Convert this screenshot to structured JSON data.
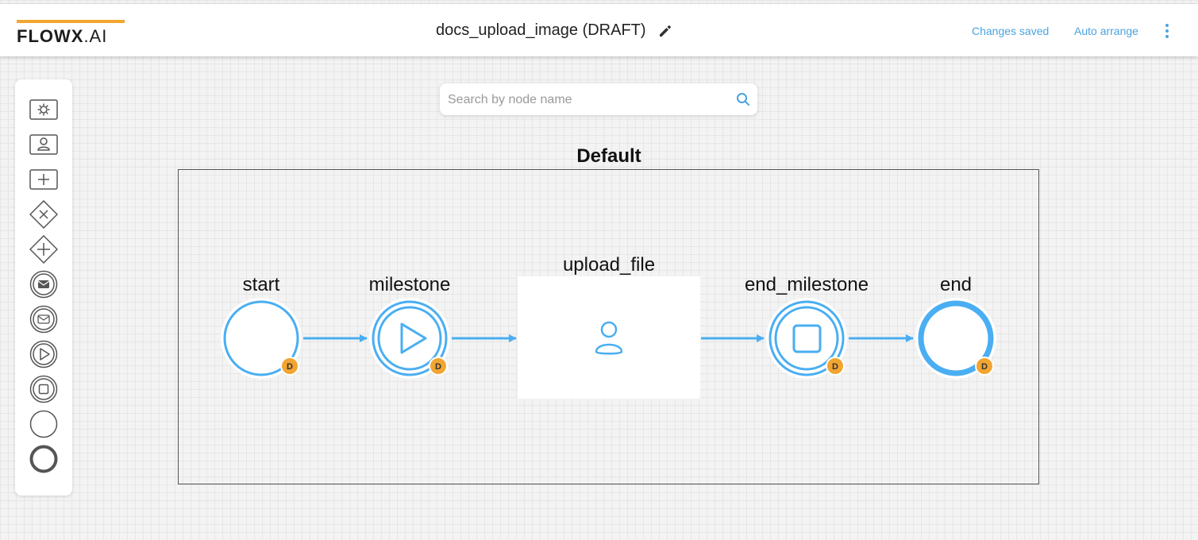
{
  "brand": {
    "name_bold": "FLOWX",
    "name_light": ".AI",
    "accent": "#f2a531"
  },
  "header": {
    "title": "docs_upload_image (DRAFT)",
    "edit_icon": "pencil-icon",
    "status": "Changes saved",
    "auto_arrange": "Auto arrange",
    "menu_icon": "more-vertical-icon"
  },
  "search": {
    "placeholder": "Search by node name",
    "value": "",
    "icon": "search-icon"
  },
  "palette": {
    "items": [
      "service-task-icon",
      "user-task-icon",
      "subprocess-icon",
      "exclusive-gateway-icon",
      "parallel-gateway-icon",
      "message-send-icon",
      "message-receive-icon",
      "start-milestone-icon",
      "end-milestone-icon",
      "start-event-icon",
      "end-event-icon"
    ]
  },
  "swimlane": {
    "title": "Default"
  },
  "nodes": {
    "start": {
      "label": "start",
      "badge": "D"
    },
    "milestone": {
      "label": "milestone",
      "badge": "D"
    },
    "upload_file": {
      "label": "upload_file"
    },
    "end_milestone": {
      "label": "end_milestone",
      "badge": "D"
    },
    "end": {
      "label": "end",
      "badge": "D"
    }
  },
  "colors": {
    "node_stroke": "#4aaef2",
    "badge": "#f2a531",
    "link": "#4aa3e0"
  }
}
